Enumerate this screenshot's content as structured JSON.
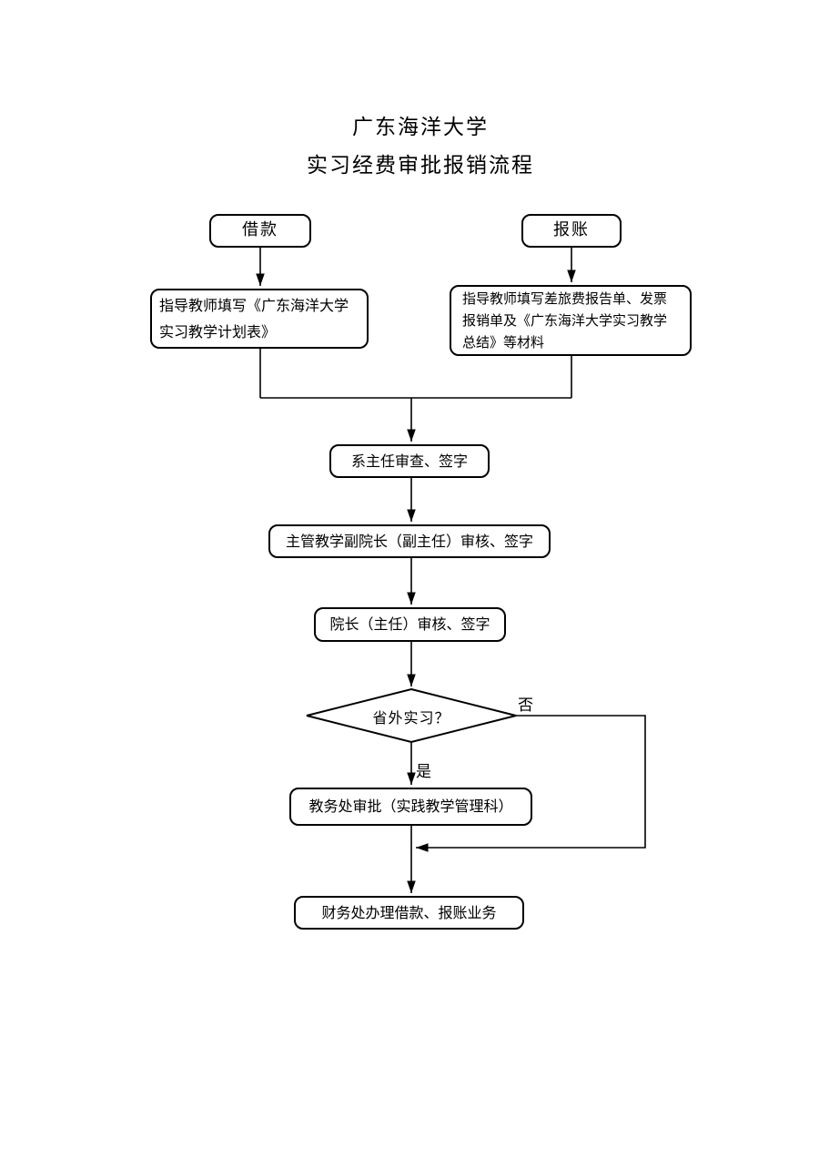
{
  "page": {
    "title_line1": "广东海洋大学",
    "title_line2": "实习经费审批报销流程"
  },
  "flowchart": {
    "nodes": {
      "borrow": "借款",
      "reimburse": "报账",
      "plan_form": "指导教师填写《广东海洋大学实习教学计划表》",
      "expense_form": "指导教师填写差旅费报告单、发票报销单及《广东海洋大学实习教学总结》等材料",
      "dept_head": "系主任审查、签字",
      "vice_dean": "主管教学副院长（副主任）审核、签字",
      "dean": "院长（主任）审核、签字",
      "decision": "省外实习？",
      "academic_office": "教务处审批（实践教学管理科）",
      "finance_office": "财务处办理借款、报账业务"
    },
    "edge_labels": {
      "no": "否",
      "yes": "是"
    },
    "colors": {
      "line": "#000000",
      "background": "#ffffff"
    }
  }
}
